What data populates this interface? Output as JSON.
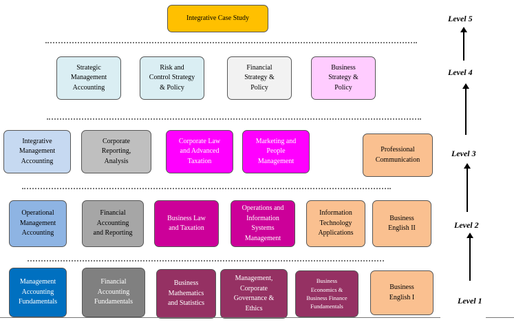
{
  "levels": [
    {
      "label": "Level 5"
    },
    {
      "label": "Level 4"
    },
    {
      "label": "Level 3"
    },
    {
      "label": "Level 2"
    },
    {
      "label": "Level 1"
    }
  ],
  "boxes": {
    "l5": [
      {
        "text": "Integrative Case Study",
        "color": "#FFC000"
      }
    ],
    "l4": [
      {
        "text": "Strategic\nManagement\nAccounting",
        "color": "#DAEEF3"
      },
      {
        "text": "Risk and\nControl Strategy\n& Policy",
        "color": "#DAEEF3"
      },
      {
        "text": "Financial\nStrategy &\nPolicy",
        "color": "#F2F2F2"
      },
      {
        "text": "Business\nStrategy &\nPolicy",
        "color": "#FFCCFF"
      }
    ],
    "l3": [
      {
        "text": "Integrative\nManagement\nAccounting",
        "color": "#C6D9F1"
      },
      {
        "text": "Corporate\nReporting,\nAnalysis",
        "color": "#BFBFBF"
      },
      {
        "text": "Corporate Law\nand Advanced\nTaxation",
        "color": "#FF00FF"
      },
      {
        "text": "Marketing and\nPeople\nManagement",
        "color": "#FF00FF"
      },
      {
        "text": "Professional\nCommunication",
        "color": "#FAC090"
      }
    ],
    "l2": [
      {
        "text": "Operational\nManagement\nAccounting",
        "color": "#8EB4E3"
      },
      {
        "text": "Financial\nAccounting\nand Reporting",
        "color": "#A6A6A6"
      },
      {
        "text": "Business Law\nand Taxation",
        "color": "#CC0099"
      },
      {
        "text": "Operations and\nInformation\nSystems\nManagement",
        "color": "#CC0099"
      },
      {
        "text": "Information\nTechnology\nApplications",
        "color": "#FAC090"
      },
      {
        "text": "Business\nEnglish II",
        "color": "#FAC090"
      }
    ],
    "l1": [
      {
        "text": "Management\nAccounting\nFundamentals",
        "color": "#0070C0"
      },
      {
        "text": "Financial\nAccounting\nFundamentals",
        "color": "#808080"
      },
      {
        "text": "Business\nMathematics\nand Statistics",
        "color": "#953163"
      },
      {
        "text": "Management,\nCorporate\nGovernance &\nEthics",
        "color": "#953163"
      },
      {
        "text": "Business\nEconomics &\nBusiness Finance\nFundamentals",
        "color": "#953163"
      },
      {
        "text": "Business\nEnglish I",
        "color": "#FAC090"
      }
    ]
  }
}
